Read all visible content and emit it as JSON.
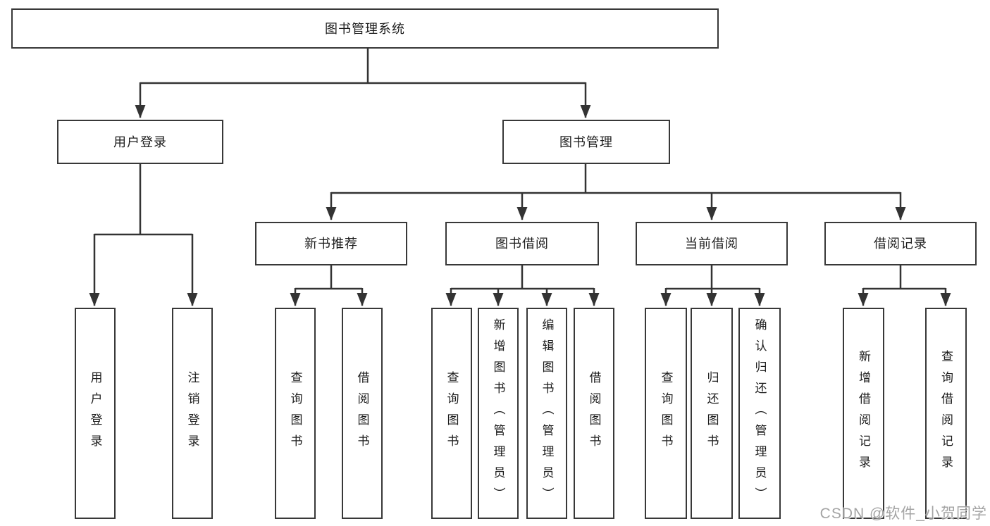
{
  "diagram_title": "图书管理系统",
  "watermark": "CSDN @软件_小贺同学",
  "colors": {
    "background": "#ffffff",
    "line": "#333333",
    "box_border": "#383838",
    "text": "#1c1c1c",
    "watermark": "#949494"
  },
  "tree": {
    "label": "图书管理系统",
    "children": [
      {
        "label": "用户登录",
        "children": [
          {
            "label": "用户登录"
          },
          {
            "label": "注销登录"
          }
        ]
      },
      {
        "label": "图书管理",
        "children": [
          {
            "label": "新书推荐",
            "children": [
              {
                "label": "查询图书"
              },
              {
                "label": "借阅图书"
              }
            ]
          },
          {
            "label": "图书借阅",
            "children": [
              {
                "label": "查询图书"
              },
              {
                "label": "新增图书（管理员）"
              },
              {
                "label": "编辑图书（管理员）"
              },
              {
                "label": "借阅图书"
              }
            ]
          },
          {
            "label": "当前借阅",
            "children": [
              {
                "label": "查询图书"
              },
              {
                "label": "归还图书"
              },
              {
                "label": "确认归还（管理员）"
              }
            ]
          },
          {
            "label": "借阅记录",
            "children": [
              {
                "label": "新增借阅记录"
              },
              {
                "label": "查询借阅记录"
              }
            ]
          }
        ]
      }
    ]
  }
}
